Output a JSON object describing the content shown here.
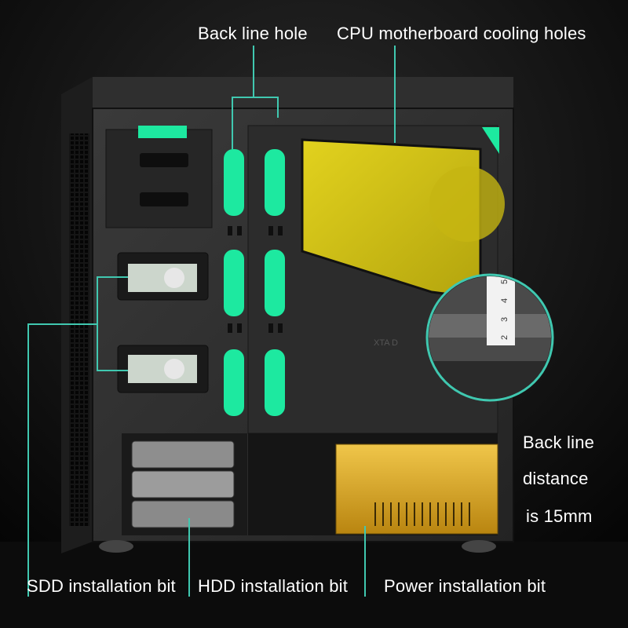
{
  "labels": {
    "back_line_hole": "Back line hole",
    "cpu_cooling_holes": "CPU motherboard cooling holes",
    "back_line_distance_line1": "Back line",
    "back_line_distance_line2": "distance",
    "back_line_distance_line3": "is 15mm",
    "sdd_installation_bit": "SDD installation bit",
    "hdd_installation_bit": "HDD installation bit",
    "power_installation_bit": "Power installation bit"
  },
  "ruler_marks": [
    "2",
    "3",
    "4",
    "5"
  ],
  "case_embossed_text": "XTA D",
  "colors": {
    "background": "#0a0a0a",
    "panel": "#2b2b2b",
    "highlight_green": "#1de9a0",
    "cooling_window_yellow": "#d4c414",
    "psu_gold": "#d9a51e",
    "callout_line": "#40c8b0",
    "text": "#ffffff"
  },
  "icons": [
    "computer-case-photo",
    "magnifier-circle-icon",
    "ruler-icon"
  ]
}
